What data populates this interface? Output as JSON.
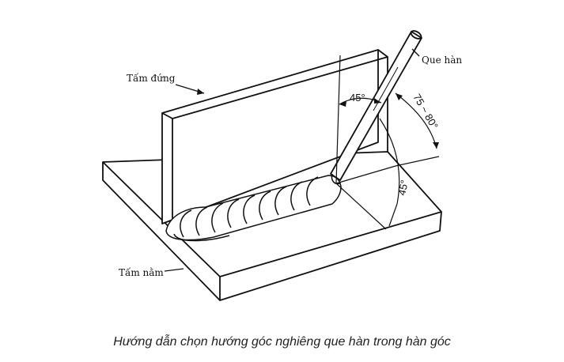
{
  "labels": {
    "vertical_plate": "Tấm đứng",
    "horizontal_plate": "Tấm nằm",
    "electrode": "Que hàn",
    "angle_top": "45°",
    "angle_right": "75 ~ 80°",
    "angle_side": "45°"
  },
  "caption": "Hướng dẫn chọn hướng góc nghiêng que hàn trong hàn góc"
}
